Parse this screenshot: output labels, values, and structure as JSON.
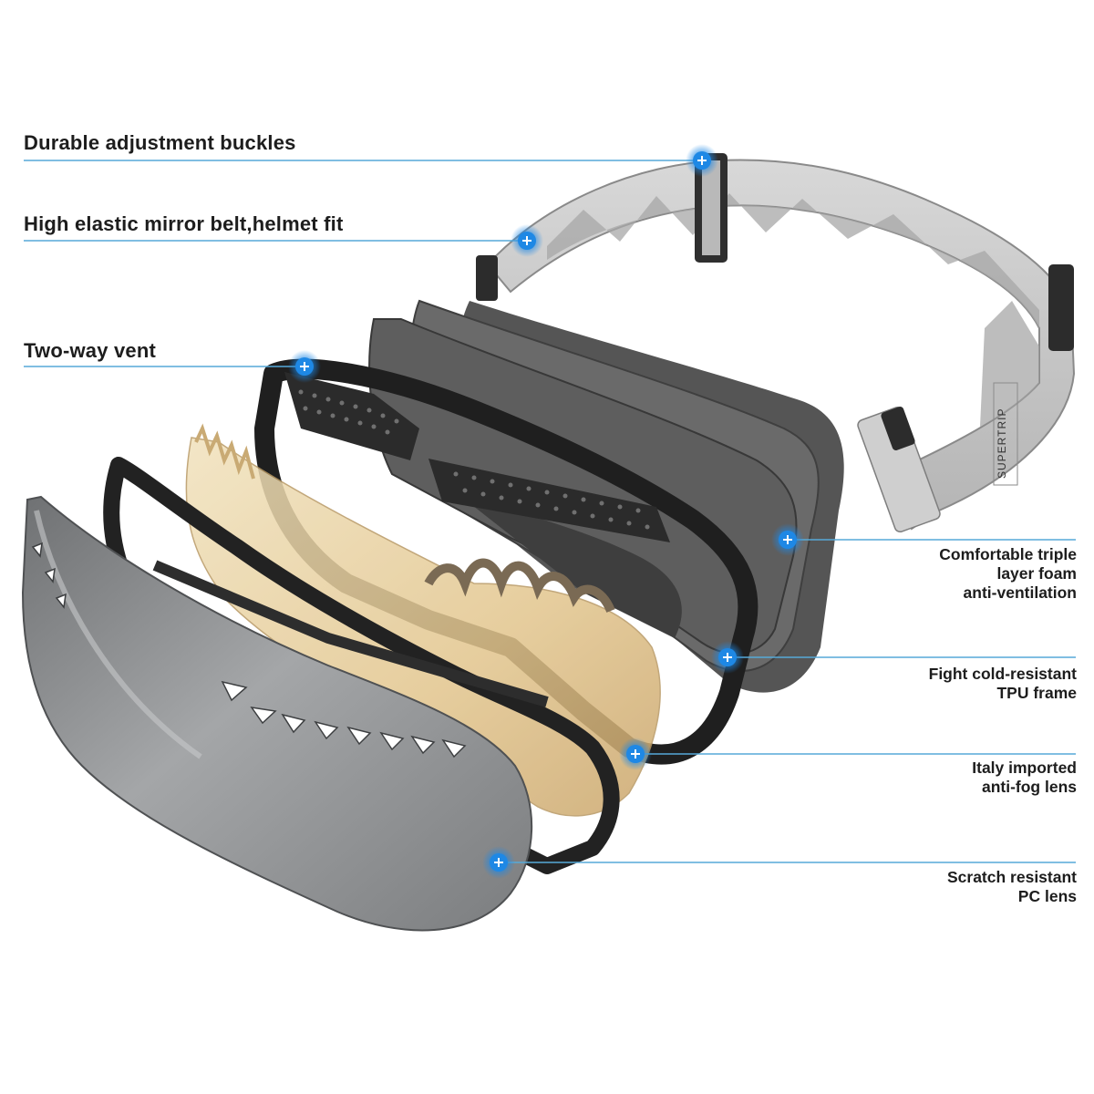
{
  "brand": {
    "strap_label": "SUPERTRIP"
  },
  "colors": {
    "callout_line": "#56a9d8",
    "marker": "#1e88e5",
    "text": "#1d1d1d",
    "lens_mirror": "#8e9092",
    "tint_lens": "#e3c690",
    "foam": "#4a4a4a",
    "strap": "#c9c9c9"
  },
  "callouts": {
    "buckles": {
      "label": "Durable adjustment buckles",
      "icon": "plus-marker-icon"
    },
    "belt": {
      "label": "High elastic mirror belt,helmet fit",
      "icon": "plus-marker-icon"
    },
    "vent": {
      "label": "Two-way vent",
      "icon": "plus-marker-icon"
    },
    "foam": {
      "lines": [
        "Comfortable triple",
        "layer foam",
        "anti-ventilation"
      ],
      "icon": "plus-marker-icon"
    },
    "frame": {
      "lines": [
        "Fight cold-resistant",
        "TPU frame"
      ],
      "icon": "plus-marker-icon"
    },
    "antifog": {
      "lines": [
        "Italy imported",
        "anti-fog lens"
      ],
      "icon": "plus-marker-icon"
    },
    "pc_lens": {
      "lines": [
        "Scratch resistant",
        "PC lens"
      ],
      "icon": "plus-marker-icon"
    }
  }
}
